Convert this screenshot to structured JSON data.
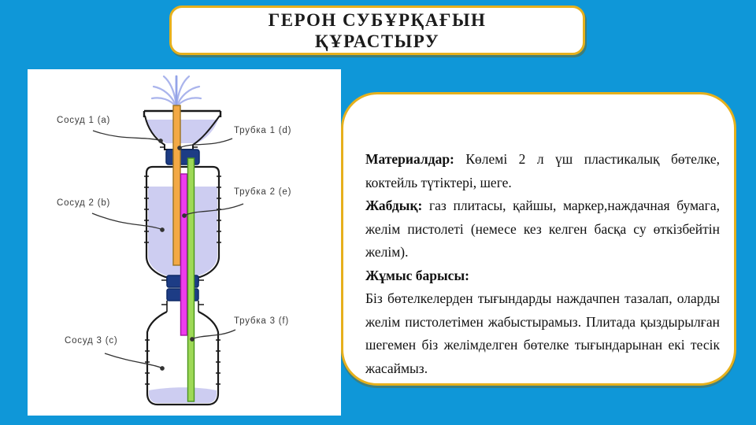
{
  "slide": {
    "title_line1": "ГЕРОН СУБҰРҚАҒЫН",
    "title_line2": "ҚҰРАСТЫРУ"
  },
  "diagram": {
    "labels": {
      "vessel1": "Сосуд 1 (a)",
      "vessel2": "Сосуд 2 (b)",
      "vessel3": "Сосуд 3 (c)",
      "tube1": "Трубка 1 (d)",
      "tube2": "Трубка 2 (e)",
      "tube3": "Трубка 3 (f)"
    },
    "colors": {
      "water": "#cdcdf1",
      "cap_navy": "#1d3c85",
      "tube1_orange": "#f3a945",
      "tube2_magenta": "#ee3cee",
      "tube3_green": "#9ed957",
      "spray_blue": "#aab4ec",
      "outline": "#1a1a1a"
    }
  },
  "info_box": {
    "paragraphs": [
      {
        "label": "Материалдар:",
        "text": " Көлемі 2 л үш пластикалық бөтелке, коктейль түтіктері, шеге."
      },
      {
        "label": "Жабдық:",
        "text": " газ плитасы, қайшы, маркер,наждачная бумага, желім пистолеті (немесе кез келген басқа су өткізбейтін желім)."
      },
      {
        "label": "Жұмыс барысы:",
        "text": ""
      },
      {
        "label": "",
        "text": "Біз бөтелкелерден тығындарды наждачпен тазалап, оларды желім пистолетімен жабыстырамыз. Плитада қыздырылған шегемен біз желімделген бөтелке тығындарынан екі тесік жасаймыз."
      }
    ]
  },
  "theme": {
    "background_blue": "#0f97d8",
    "accent_gold": "#e6b01c",
    "panel_white": "#ffffff"
  }
}
